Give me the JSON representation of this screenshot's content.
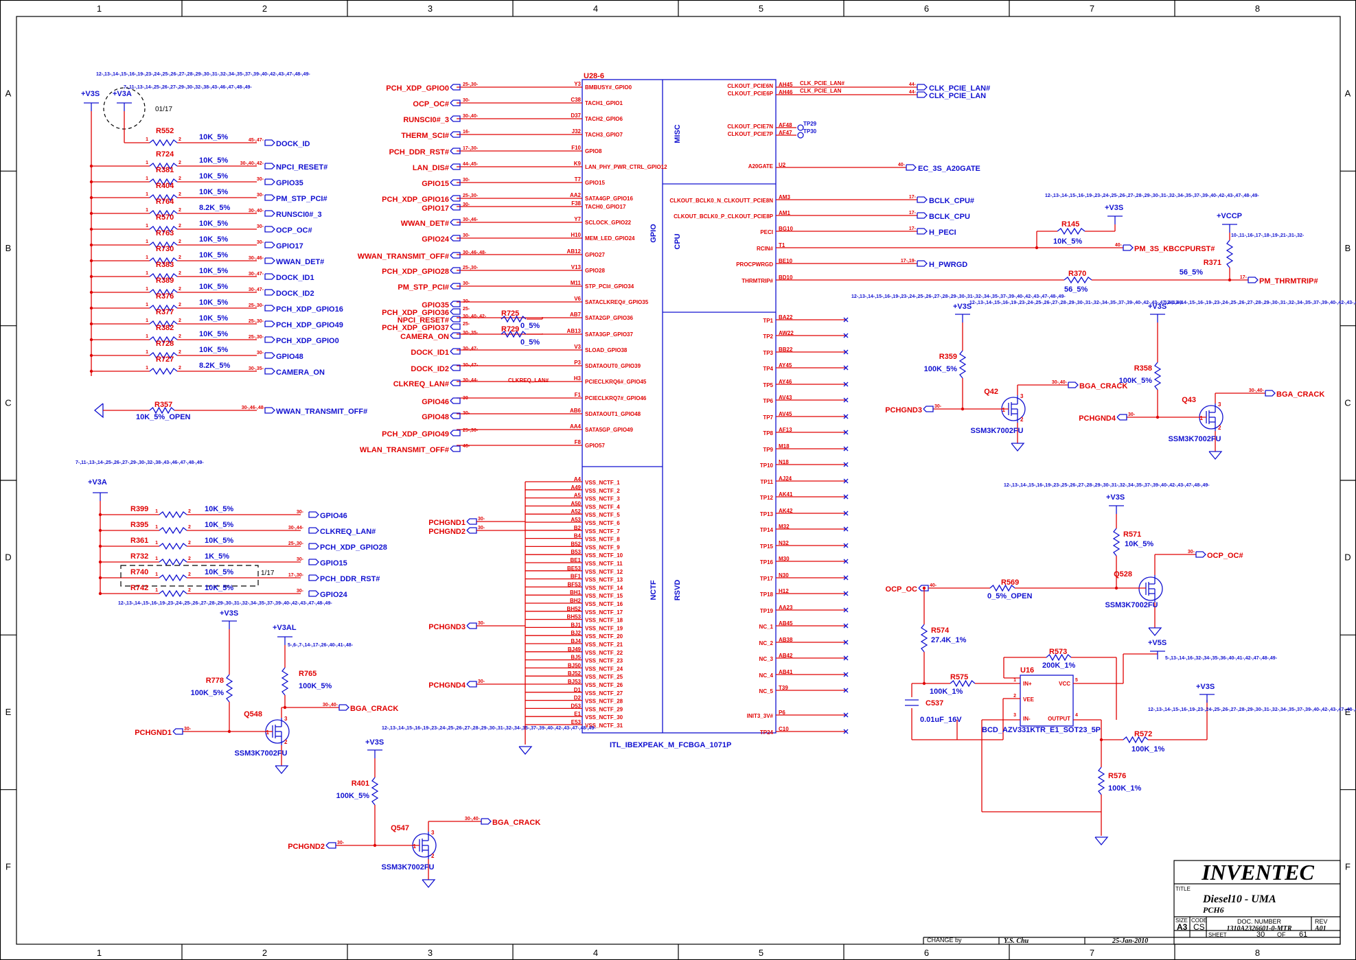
{
  "frame": {
    "columns": [
      "1",
      "2",
      "3",
      "4",
      "5",
      "6",
      "7",
      "8"
    ],
    "rows": [
      "A",
      "B",
      "C",
      "D",
      "E",
      "F"
    ]
  },
  "ic": {
    "ref": "U28-6",
    "part": "ITL_IBEXPEAK_M_FCBGA_1071P",
    "sections": [
      "GPIO",
      "NCTF",
      "MISC",
      "CPU",
      "RSVD"
    ],
    "left_pins": [
      {
        "ball": "Y3",
        "name": "BMBUSY#_GPIO0"
      },
      {
        "ball": "C38",
        "name": "TACH1_GPIO1"
      },
      {
        "ball": "D37",
        "name": "TACH2_GPIO6"
      },
      {
        "ball": "J32",
        "name": "TACH3_GPIO7"
      },
      {
        "ball": "F10",
        "name": "GPIO8"
      },
      {
        "ball": "K9",
        "name": "LAN_PHY_PWR_CTRL_GPIO12"
      },
      {
        "ball": "T7",
        "name": "GPIO15"
      },
      {
        "ball": "AA2",
        "name": "SATA4GP_GPIO16"
      },
      {
        "ball": "F38",
        "name": "TACH0_GPIO17"
      },
      {
        "ball": "Y7",
        "name": "SCLOCK_GPIO22"
      },
      {
        "ball": "H10",
        "name": "MEM_LED_GPIO24"
      },
      {
        "ball": "AB12",
        "name": "GPIO27"
      },
      {
        "ball": "V13",
        "name": "GPIO28"
      },
      {
        "ball": "M11",
        "name": "STP_PCI#_GPIO34"
      },
      {
        "ball": "V6",
        "name": "SATACLKREQ#_GPIO35"
      },
      {
        "ball": "AB7",
        "name": "SATA2GP_GPIO36"
      },
      {
        "ball": "AB13",
        "name": "SATA3GP_GPIO37"
      },
      {
        "ball": "V3",
        "name": "SLOAD_GPIO38"
      },
      {
        "ball": "P3",
        "name": "SDATAOUT0_GPIO39"
      },
      {
        "ball": "H3",
        "name": "PCIECLKRQ6#_GPIO45"
      },
      {
        "ball": "F1",
        "name": "PCIECLKRQ7#_GPIO46"
      },
      {
        "ball": "AB6",
        "name": "SDATAOUT1_GPIO48"
      },
      {
        "ball": "AA4",
        "name": "SATA5GP_GPIO49"
      },
      {
        "ball": "F8",
        "name": "GPIO57"
      }
    ],
    "left_nets": [
      {
        "net": "PCH_XDP_GPIO0",
        "ref": "25-,30-"
      },
      {
        "net": "OCP_OC#",
        "ref": "30-"
      },
      {
        "net": "RUNSCI0#_3",
        "ref": "30-,40-"
      },
      {
        "net": "THERM_SCI#",
        "ref": "16-"
      },
      {
        "net": "PCH_DDR_RST#",
        "ref": "17-,30-"
      },
      {
        "net": "LAN_DIS#",
        "ref": "44-,45-"
      },
      {
        "net": "GPIO15",
        "ref": "30-"
      },
      {
        "net": "PCH_XDP_GPIO16",
        "ref": "25-,30-"
      },
      {
        "net": "GPIO17",
        "ref": "30-"
      },
      {
        "net": "WWAN_DET#",
        "ref": "30-,46-"
      },
      {
        "net": "GPIO24",
        "ref": "30-"
      },
      {
        "net": "WWAN_TRANSMIT_OFF#",
        "ref": "30-,46-,48-"
      },
      {
        "net": "PCH_XDP_GPIO28",
        "ref": "25-,30-"
      },
      {
        "net": "PM_STP_PCI#",
        "ref": "30-"
      },
      {
        "net": "GPIO35",
        "ref": "30-"
      },
      {
        "net": "PCH_XDP_GPIO36",
        "ref": "25-"
      },
      {
        "net": "NPCI_RESET#",
        "ref": "30-,40-,42-"
      },
      {
        "net": "PCH_XDP_GPIO37",
        "ref": "25-"
      },
      {
        "net": "CAMERA_ON",
        "ref": "30-,35-"
      },
      {
        "net": "DOCK_ID1",
        "ref": "30-,47-"
      },
      {
        "net": "DOCK_ID2",
        "ref": "30-,47-"
      },
      {
        "net": "CLKREQ_LAN#",
        "ref": "30-,44-"
      },
      {
        "net": "GPIO46",
        "ref": "30-"
      },
      {
        "net": "GPIO48",
        "ref": "30-"
      },
      {
        "net": "PCH_XDP_GPIO49",
        "ref": "25-,30-"
      },
      {
        "net": "WLAN_TRANSMIT_OFF#",
        "ref": "46-"
      }
    ],
    "mid_res": [
      {
        "ref": "R725",
        "value": "0_5%"
      },
      {
        "ref": "R729",
        "value": "0_5%"
      }
    ],
    "clkreq_wire": "CLKREQ_LAN#",
    "nctf_pins": [
      {
        "ball": "A4",
        "name": "VSS_NCTF_1"
      },
      {
        "ball": "A49",
        "name": "VSS_NCTF_2"
      },
      {
        "ball": "A5",
        "name": "VSS_NCTF_3"
      },
      {
        "ball": "A50",
        "name": "VSS_NCTF_4"
      },
      {
        "ball": "A52",
        "name": "VSS_NCTF_5"
      },
      {
        "ball": "A53",
        "name": "VSS_NCTF_6"
      },
      {
        "ball": "B2",
        "name": "VSS_NCTF_7"
      },
      {
        "ball": "B4",
        "name": "VSS_NCTF_8"
      },
      {
        "ball": "B52",
        "name": "VSS_NCTF_9"
      },
      {
        "ball": "B53",
        "name": "VSS_NCTF_10"
      },
      {
        "ball": "BE1",
        "name": "VSS_NCTF_11"
      },
      {
        "ball": "BE53",
        "name": "VSS_NCTF_12"
      },
      {
        "ball": "BF1",
        "name": "VSS_NCTF_13"
      },
      {
        "ball": "BF53",
        "name": "VSS_NCTF_14"
      },
      {
        "ball": "BH1",
        "name": "VSS_NCTF_15"
      },
      {
        "ball": "BH2",
        "name": "VSS_NCTF_16"
      },
      {
        "ball": "BH52",
        "name": "VSS_NCTF_17"
      },
      {
        "ball": "BH53",
        "name": "VSS_NCTF_18"
      },
      {
        "ball": "BJ1",
        "name": "VSS_NCTF_19"
      },
      {
        "ball": "BJ2",
        "name": "VSS_NCTF_20"
      },
      {
        "ball": "BJ4",
        "name": "VSS_NCTF_21"
      },
      {
        "ball": "BJ49",
        "name": "VSS_NCTF_22"
      },
      {
        "ball": "BJ5",
        "name": "VSS_NCTF_23"
      },
      {
        "ball": "BJ50",
        "name": "VSS_NCTF_24"
      },
      {
        "ball": "BJ52",
        "name": "VSS_NCTF_25"
      },
      {
        "ball": "BJ53",
        "name": "VSS_NCTF_26"
      },
      {
        "ball": "D1",
        "name": "VSS_NCTF_27"
      },
      {
        "ball": "D2",
        "name": "VSS_NCTF_28"
      },
      {
        "ball": "D53",
        "name": "VSS_NCTF_29"
      },
      {
        "ball": "E1",
        "name": "VSS_NCTF_30"
      },
      {
        "ball": "E53",
        "name": "VSS_NCTF_31"
      }
    ],
    "nctf_nets": [
      {
        "net": "PCHGND1",
        "ref": "30-"
      },
      {
        "net": "PCHGND2",
        "ref": "30-"
      },
      {
        "net": "PCHGND3",
        "ref": "30-"
      },
      {
        "net": "PCHGND4",
        "ref": "30-"
      }
    ],
    "right_misc": [
      {
        "ball": "AH45",
        "name": "CLKOUT_PCIE6N",
        "wire": "CLK_PCIE_LAN#",
        "net": "CLK_PCIE_LAN#",
        "ref": "44-"
      },
      {
        "ball": "AH46",
        "name": "CLKOUT_PCIE6P",
        "wire": "CLK_PCIE_LAN",
        "net": "CLK_PCIE_LAN",
        "ref": "44-"
      },
      {
        "ball": "AF48",
        "name": "CLKOUT_PCIE7N",
        "tp": "TP29"
      },
      {
        "ball": "AF47",
        "name": "CLKOUT_PCIE7P",
        "tp": "TP30"
      },
      {
        "ball": "U2",
        "name": "A20GATE",
        "net": "EC_3S_A20GATE",
        "ref": "40-"
      }
    ],
    "right_cpu": [
      {
        "ball": "AM3",
        "name": "CLKOUT_BCLK0_N_CLKOUTT_PCIE8N",
        "net": "BCLK_CPU#",
        "ref": "17-"
      },
      {
        "ball": "AM1",
        "name": "CLKOUT_BCLK0_P_CLKOUT_PCIE8P",
        "net": "BCLK_CPU",
        "ref": "17-"
      },
      {
        "ball": "BG10",
        "name": "PECI",
        "net": "H_PECI",
        "ref": "17-"
      },
      {
        "ball": "T1",
        "name": "RCIN#"
      },
      {
        "ball": "BE10",
        "name": "PROCPWRGD",
        "net": "H_PWRGD",
        "ref": "17-,19-"
      },
      {
        "ball": "BD10",
        "name": "THRMTRIP#"
      }
    ],
    "right_rsvd": [
      {
        "ball": "BA22",
        "name": "TP1"
      },
      {
        "ball": "AW22",
        "name": "TP2"
      },
      {
        "ball": "BB22",
        "name": "TP3"
      },
      {
        "ball": "AY45",
        "name": "TP4"
      },
      {
        "ball": "AY46",
        "name": "TP5"
      },
      {
        "ball": "AV43",
        "name": "TP6"
      },
      {
        "ball": "AV45",
        "name": "TP7"
      },
      {
        "ball": "AF13",
        "name": "TP8"
      },
      {
        "ball": "M18",
        "name": "TP9"
      },
      {
        "ball": "N18",
        "name": "TP10"
      },
      {
        "ball": "AJ24",
        "name": "TP11"
      },
      {
        "ball": "AK41",
        "name": "TP12"
      },
      {
        "ball": "AK42",
        "name": "TP13"
      },
      {
        "ball": "M32",
        "name": "TP14"
      },
      {
        "ball": "N32",
        "name": "TP15"
      },
      {
        "ball": "M30",
        "name": "TP16"
      },
      {
        "ball": "N30",
        "name": "TP17"
      },
      {
        "ball": "H12",
        "name": "TP18"
      },
      {
        "ball": "AA23",
        "name": "TP19"
      },
      {
        "ball": "AB45",
        "name": "NC_1"
      },
      {
        "ball": "AB38",
        "name": "NC_2"
      },
      {
        "ball": "AB42",
        "name": "NC_3"
      },
      {
        "ball": "AB41",
        "name": "NC_4"
      },
      {
        "ball": "T39",
        "name": "NC_5"
      },
      {
        "ball": "P6",
        "name": "INIT3_3V#"
      },
      {
        "ball": "C10",
        "name": "TP24"
      }
    ]
  },
  "pullups_top": {
    "ref_list_1": "12-,13-,14-,15-,16-,19-,23-,24-,25-,26-,27-,28-,29-,30-,31-,32-,34-,35-,37-,39-,40-,42-,43-,47-,48-,49-",
    "ref_list_2": "7-,11-,13-,14-,25-,26-,27-,29-,30-,32-,38-,43-,46-,47-,48-,49-",
    "rail_a": "+V3S",
    "rail_b": "+V3A",
    "rev_mark": "01/17",
    "rows": [
      {
        "ref": "R552",
        "value": "10K_5%",
        "net": "DOCK_ID",
        "xref": "45-,47-"
      },
      {
        "ref": "R724",
        "value": "10K_5%",
        "net": "NPCI_RESET#",
        "xref": "30-,40-,42-"
      },
      {
        "ref": "R381",
        "value": "10K_5%",
        "net": "GPIO35",
        "xref": "30-"
      },
      {
        "ref": "R404",
        "value": "10K_5%",
        "net": "PM_STP_PCI#",
        "xref": "30-"
      },
      {
        "ref": "R764",
        "value": "8.2K_5%",
        "net": "RUNSCI0#_3",
        "xref": "30-,40-"
      },
      {
        "ref": "R570",
        "value": "10K_5%",
        "net": "OCP_OC#",
        "xref": "30-"
      },
      {
        "ref": "R763",
        "value": "10K_5%",
        "net": "GPIO17",
        "xref": "30-"
      },
      {
        "ref": "R730",
        "value": "10K_5%",
        "net": "WWAN_DET#",
        "xref": "30-,46-"
      },
      {
        "ref": "R383",
        "value": "10K_5%",
        "net": "DOCK_ID1",
        "xref": "30-,47-"
      },
      {
        "ref": "R389",
        "value": "10K_5%",
        "net": "DOCK_ID2",
        "xref": "30-,47-"
      },
      {
        "ref": "R376",
        "value": "10K_5%",
        "net": "PCH_XDP_GPIO16",
        "xref": "25-,30-"
      },
      {
        "ref": "R377",
        "value": "10K_5%",
        "net": "PCH_XDP_GPIO49",
        "xref": "25-,30-"
      },
      {
        "ref": "R382",
        "value": "10K_5%",
        "net": "PCH_XDP_GPIO0",
        "xref": "25-,30-"
      },
      {
        "ref": "R728",
        "value": "10K_5%",
        "net": "GPIO48",
        "xref": "30-"
      },
      {
        "ref": "R727",
        "value": "8.2K_5%",
        "net": "CAMERA_ON",
        "xref": "30-,35-"
      }
    ],
    "r357": {
      "ref": "R357",
      "value": "10K_5%_OPEN",
      "net": "WWAN_TRANSMIT_OFF#",
      "xref": "30-,46-,48-"
    }
  },
  "pullups_v3a": {
    "ref_list": "7-,11-,13-,14-,25-,26-,27-,29-,30-,32-,38-,43-,46-,47-,48-,49-",
    "rail": "+V3A",
    "rows": [
      {
        "ref": "R399",
        "value": "10K_5%",
        "net": "GPIO46",
        "xref": "30-"
      },
      {
        "ref": "R395",
        "value": "10K_5%",
        "net": "CLKREQ_LAN#",
        "xref": "30-,44-"
      },
      {
        "ref": "R361",
        "value": "10K_5%",
        "net": "PCH_XDP_GPIO28",
        "xref": "25-,30-"
      },
      {
        "ref": "R732",
        "value": "1K_5%",
        "net": "GPIO15",
        "xref": "30-"
      },
      {
        "ref": "R740",
        "value": "10K_5%",
        "net": "PCH_DDR_RST#",
        "xref": "17-,30-"
      },
      {
        "ref": "R742",
        "value": "10K_5%",
        "net": "GPIO24",
        "xref": "30-"
      }
    ],
    "rev_mark": "1/17",
    "ref_list_bottom": "12-,13-,14-,15-,16-,19-,23-,24-,25-,26-,27-,28-,29-,30-,31-,32-,34-,35-,37-,39-,40-,42-,43-,47-,48-,49-"
  },
  "crack": [
    {
      "id": "q548",
      "rail": "+V3S",
      "r": "R778",
      "rv": "100K_5%",
      "q": "Q548",
      "part": "SSM3K7002FU",
      "gnd": "PCHGND1",
      "gref": "30-",
      "out": "BGA_CRACK",
      "oref": "30-,40-",
      "r2": "R765",
      "r2v": "100K_5%",
      "rail2": "+V3AL",
      "rail2ref": "5-,6-,7-,14-,17-,26-,40-,41-,48-"
    },
    {
      "id": "q547",
      "rail": "+V3S",
      "r": "R401",
      "rv": "100K_5%",
      "q": "Q547",
      "part": "SSM3K7002FU",
      "gnd": "PCHGND2",
      "gref": "30-",
      "out": "BGA_CRACK",
      "oref": "30-,40-",
      "rref": "12-,13-,14-,15-,16-,19-,23-,24-,25-,26-,27-,28-,29-,30-,31-,32-,34-,35-,37-,39-,40-,42-,43-,47-,48-,49-"
    },
    {
      "id": "q42",
      "rail": "+V3S",
      "r": "R359",
      "rv": "100K_5%",
      "q": "Q42",
      "part": "SSM3K7002FU",
      "gnd": "PCHGND3",
      "gref": "30-",
      "out": "BGA_CRACK",
      "oref": "30-,40-",
      "rref": "12-,13-,14-,15-,16-,19-,23-,24-,25-,26-,27-,28-,29-,30-,31-,32-,34-,35-,37-,39-,40-,42-,43-,47-,48-,49-"
    },
    {
      "id": "q43",
      "rail": "+V3S",
      "r": "R358",
      "rv": "100K_5%",
      "q": "Q43",
      "part": "SSM3K7002FU",
      "gnd": "PCHGND4",
      "gref": "30-",
      "out": "BGA_CRACK",
      "oref": "30-,40-",
      "rref": "12-,13-,14-,15-,16-,19-,23-,24-,25-,26-,27-,28-,29-,30-,31-,32-,34-,35-,37-,39-,40-,42-,43-,47-,48-,49-"
    }
  ],
  "cpu_side": {
    "rail_v3s": "+V3S",
    "v3s_ref": "12-,13-,14-,15-,16-,19-,23-,24-,25-,26-,27-,28-,29-,30-,31-,32-,34-,35-,37-,39-,40-,42-,43-,47-,48-,49-",
    "r145": {
      "ref": "R145",
      "value": "10K_5%"
    },
    "kbc_net": "PM_3S_KBCCPURST#",
    "kbc_ref": "40-",
    "rail_vccp": "+VCCP",
    "vccp_ref": "10-,11-,16-,17-,18-,19-,21-,31-,32-",
    "r371": {
      "ref": "R371",
      "value": "56_5%"
    },
    "r370": {
      "ref": "R370",
      "value": "56_5%"
    },
    "thrm_net": "PM_THRMTRIP#",
    "thrm_ref": "17-"
  },
  "ocp": {
    "ref_list": "12-,13-,14-,15-,16-,19-,23-,25-,26-,27-,28-,29-,30-,31-,32-,34-,35-,37-,39-,40-,42-,43-,47-,48-,49-",
    "rail": "+V3S",
    "r571": {
      "ref": "R571",
      "value": "10K_5%"
    },
    "out_net": "OCP_OC#",
    "out_ref": "30-",
    "in_net": "OCP_OC",
    "in_ref": "40-",
    "r569": {
      "ref": "R569",
      "value": "0_5%_OPEN"
    },
    "q": "Q528",
    "qpart": "SSM3K7002FU",
    "r574": {
      "ref": "R574",
      "value": "27.4K_1%"
    },
    "r573": {
      "ref": "R573",
      "value": "200K_1%"
    },
    "r575": {
      "ref": "R575",
      "value": "100K_1%"
    },
    "c537": {
      "ref": "C537",
      "value": "0.01uF_16V"
    },
    "u16": "U16",
    "u16_part": "BCD_AZV331KTR_E1_SOT23_5P",
    "u16_pins": [
      "IN+",
      "VEE",
      "IN-",
      "VCC",
      "OUTPUT"
    ],
    "rail_v5s": "+V5S",
    "v5s_ref": "5-,13-,14-,16-,32-,34-,35-,36-,40-,41-,42-,47-,48-,49-",
    "rail_v3s2": "+V3S",
    "v3s2_ref": "12-,13-,14-,15-,16-,19-,23-,24-,25-,26-,27-,28-,29-,30-,31-,32-,34-,35-,37-,39-,40-,42-,43-,47-,48-,49-",
    "r572": {
      "ref": "R572",
      "value": "100K_1%"
    },
    "r576": {
      "ref": "R576",
      "value": "100K_1%"
    }
  },
  "title_block": {
    "company": "INVENTEC",
    "title_label": "TITLE",
    "title": "Diesel10 - UMA",
    "subtitle": "PCH6",
    "size_label": "SIZE",
    "size": "A3",
    "code_label": "CODE",
    "code": "CS",
    "doc_label": "DOC. NUMBER",
    "doc": "1310A2326601-0-MTR",
    "rev_label": "REV",
    "rev": "A01",
    "sheet_label": "SHEET",
    "sheet": "30",
    "of_label": "OF",
    "of": "61",
    "change_label": "CHANGE by",
    "changed_by": "Y.S. Chu",
    "date": "25-Jan-2010"
  }
}
